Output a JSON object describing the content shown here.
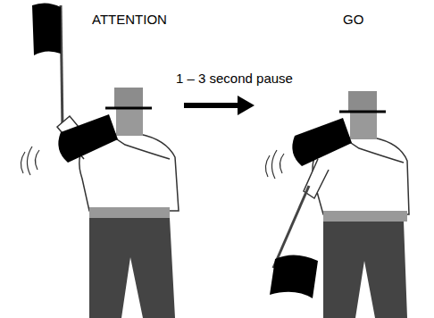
{
  "diagram": {
    "labels": [
      "ATTENTION",
      "GO",
      "1 – 3 second pause"
    ]
  }
}
